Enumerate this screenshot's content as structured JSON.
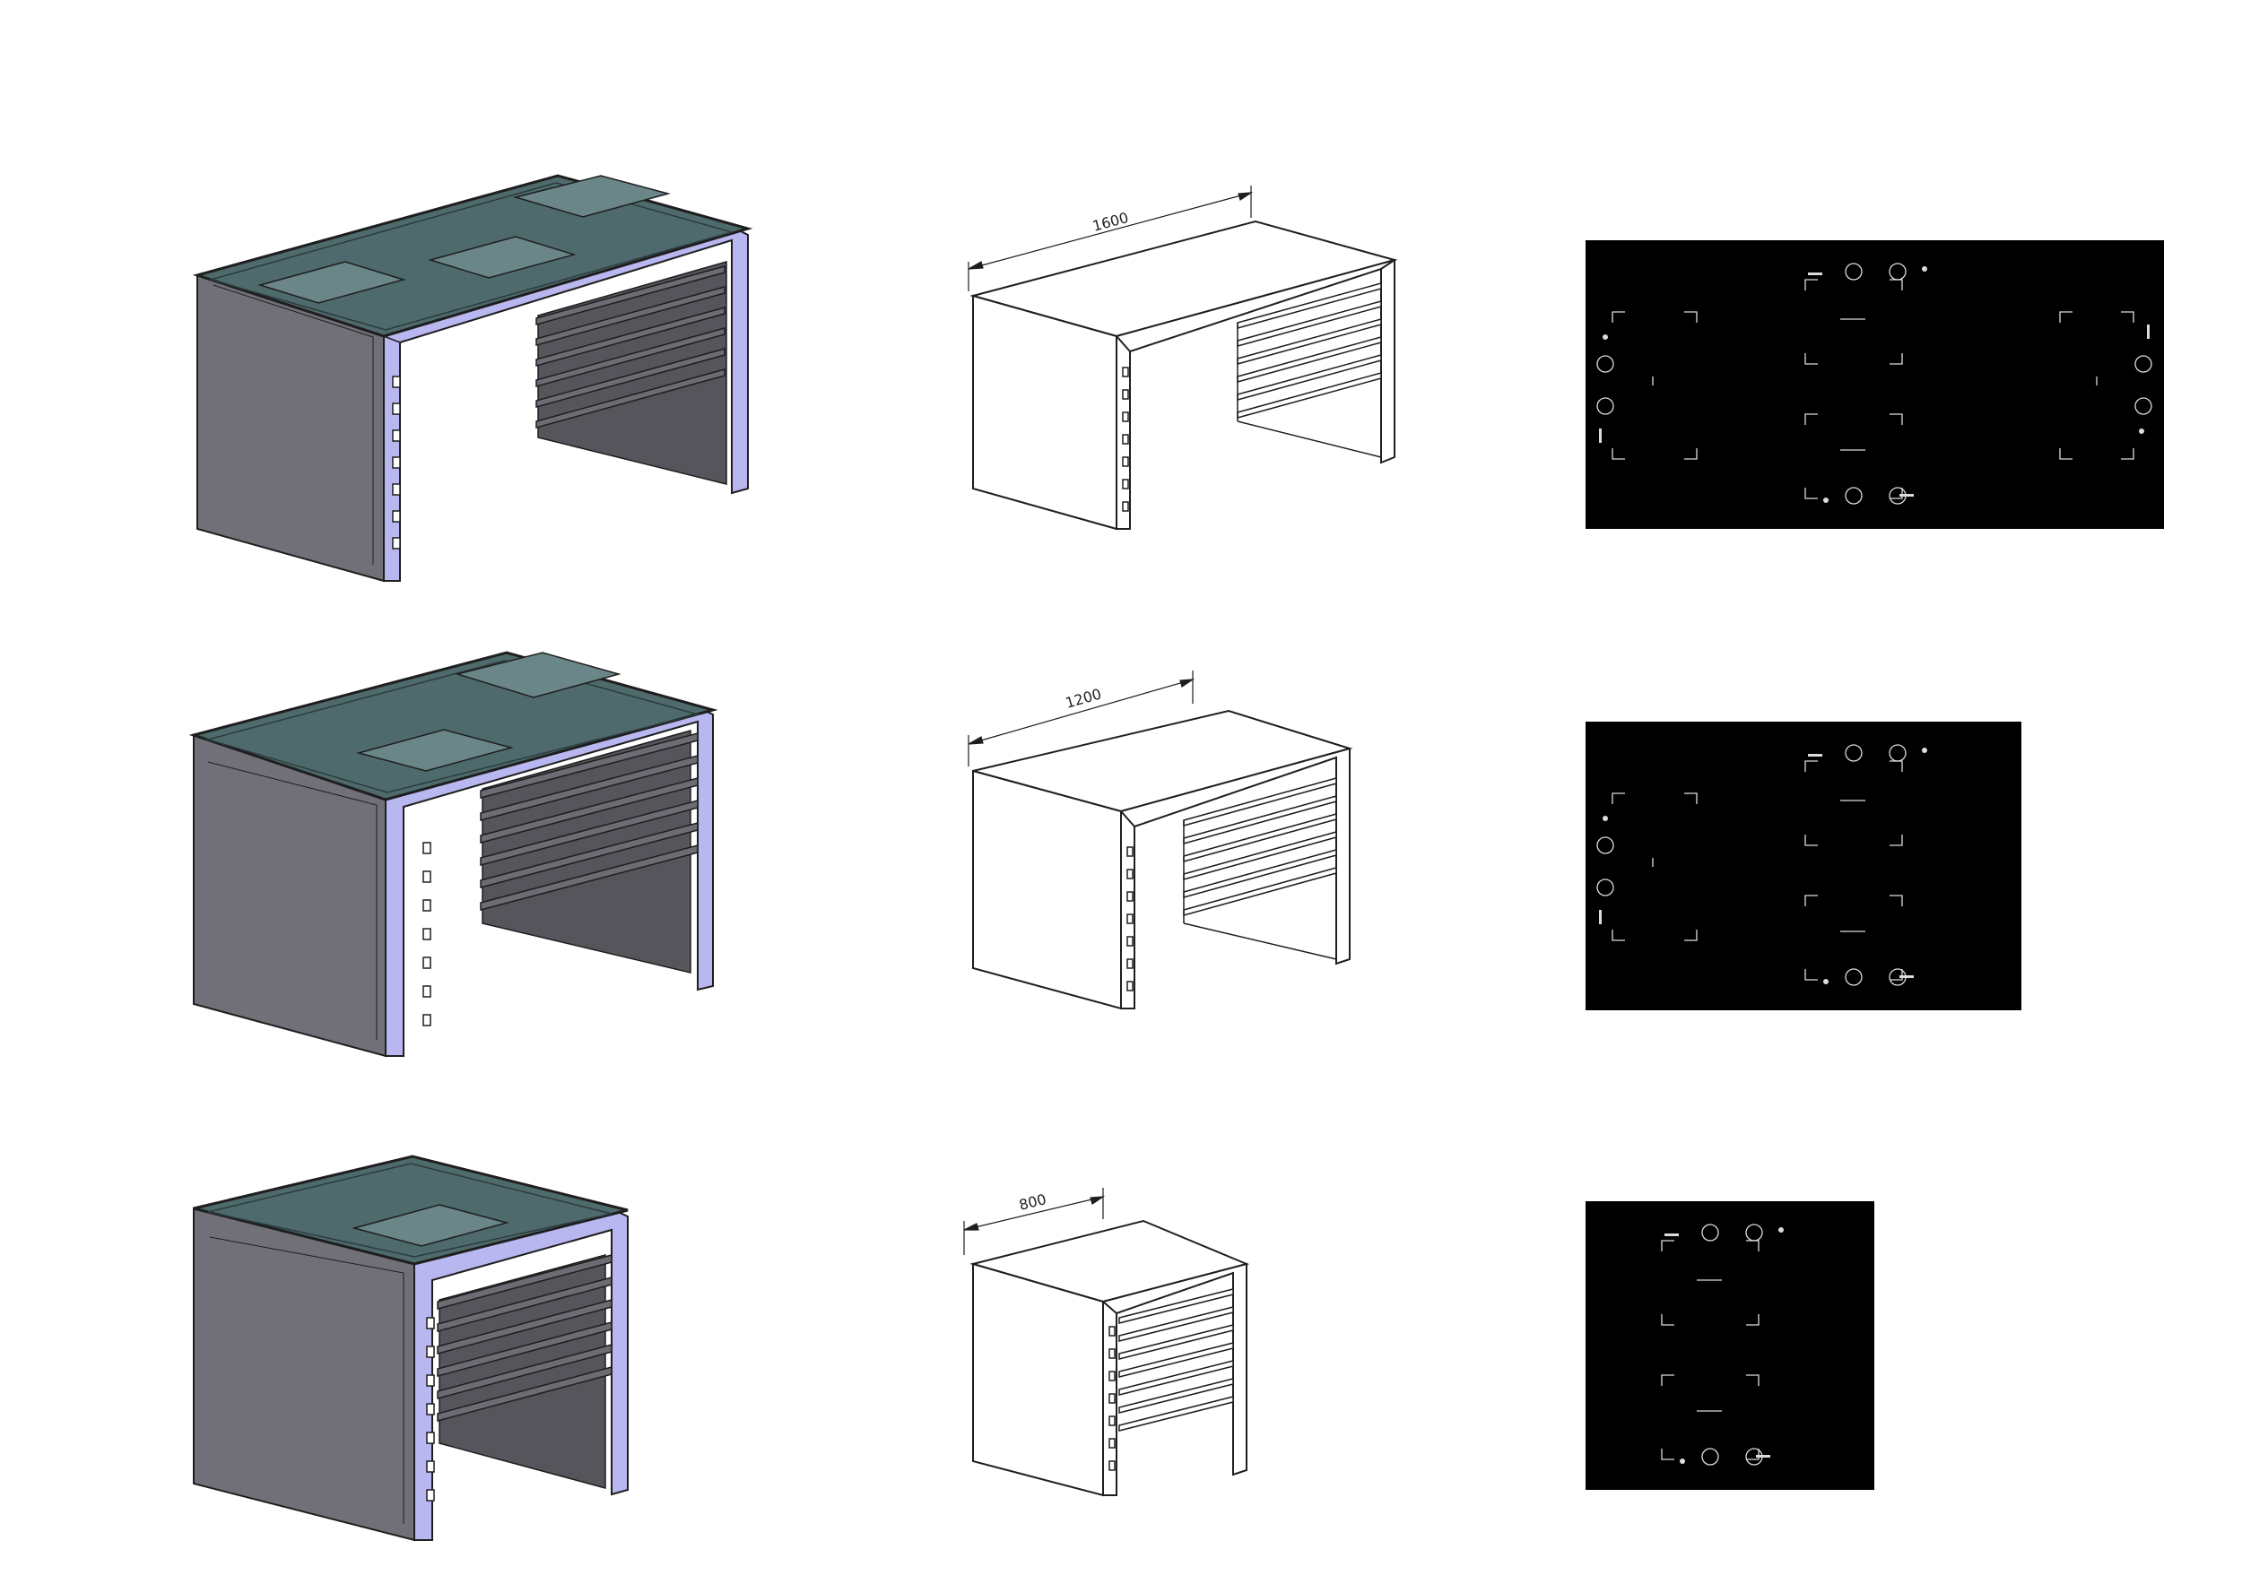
{
  "sheet": {
    "background": "#ffffff",
    "colors": {
      "glass_top": "#4f6a6c",
      "glass_top_light": "#6b8688",
      "side_panel": "#717078",
      "frame_lavender": "#b9b7ef",
      "frame_lavender_dark": "#8f8cd6",
      "slat_dark": "#56555c",
      "line": "#1e1e1e",
      "plan_background": "#000000",
      "plan_marks": "#dcdcdc"
    }
  },
  "rows": [
    {
      "id": "desk-1600",
      "dimension_label": "1600",
      "render_view": "shaded-isometric",
      "line_view": "line-isometric",
      "plan_view": {
        "type": "top-plan",
        "station_groups": [
          "left",
          "center",
          "right"
        ],
        "burner_icon": "circle-icon"
      }
    },
    {
      "id": "desk-1200",
      "dimension_label": "1200",
      "render_view": "shaded-isometric",
      "line_view": "line-isometric",
      "plan_view": {
        "type": "top-plan",
        "station_groups": [
          "left",
          "center"
        ],
        "burner_icon": "circle-icon"
      }
    },
    {
      "id": "desk-800",
      "dimension_label": "800",
      "render_view": "shaded-isometric",
      "line_view": "line-isometric",
      "plan_view": {
        "type": "top-plan",
        "station_groups": [
          "center"
        ],
        "burner_icon": "circle-icon"
      }
    }
  ]
}
